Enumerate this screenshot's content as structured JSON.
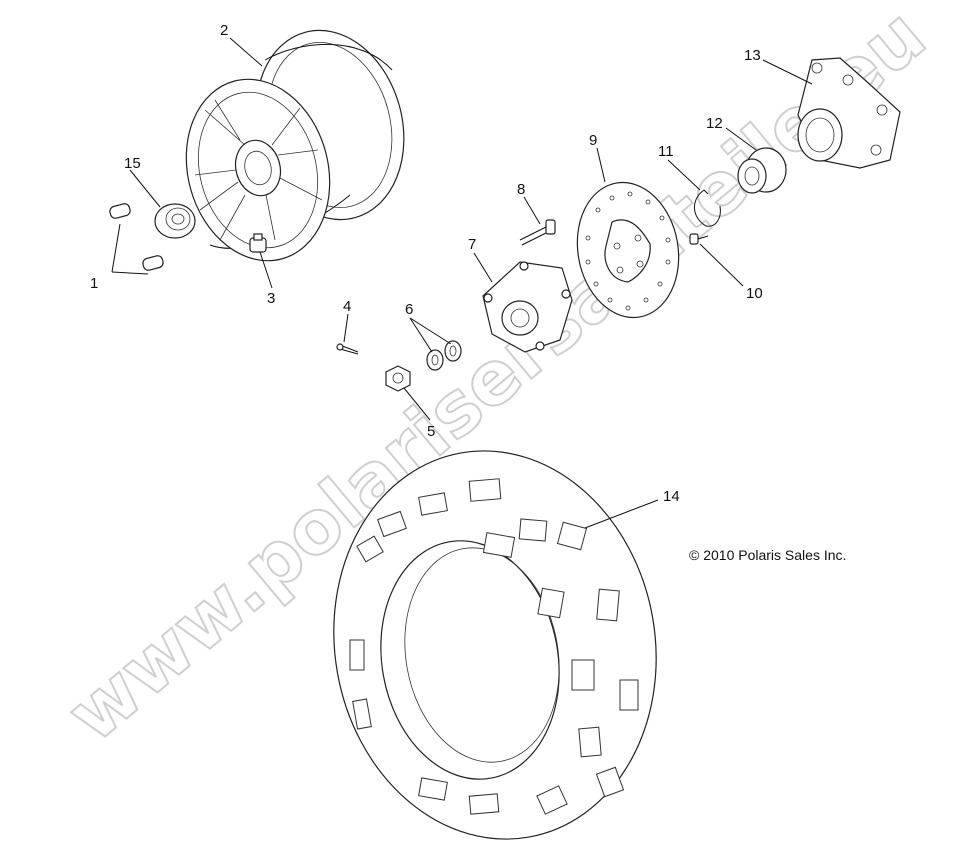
{
  "callouts": {
    "c1": "1",
    "c2": "2",
    "c3": "3",
    "c4": "4",
    "c5": "5",
    "c6": "6",
    "c7": "7",
    "c8": "8",
    "c9": "9",
    "c10": "10",
    "c11": "11",
    "c12": "12",
    "c13": "13",
    "c14": "14",
    "c15": "15"
  },
  "copyright": "© 2010 Polaris Sales Inc.",
  "watermark": "www.polarisersatzteile.eu"
}
